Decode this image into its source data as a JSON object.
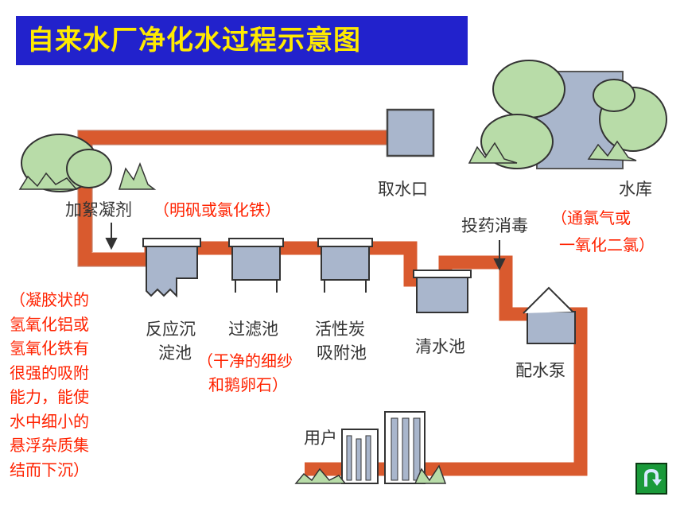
{
  "title": "自来水厂净化水过程示意图",
  "colors": {
    "pipe": "#d95a2e",
    "title_bg": "#2222cc",
    "title_text": "#ffea00",
    "note": "#ff2200",
    "tank": "#a9b6cc"
  },
  "labels": {
    "intake": "取水口",
    "reservoir": "水库",
    "coagulation": "加絮凝剂",
    "disinfection": "投药消毒",
    "reaction_tank_1": "反应沉",
    "reaction_tank_2": "淀池",
    "filter_tank": "过滤池",
    "carbon_tank_1": "活性炭",
    "carbon_tank_2": "吸附池",
    "clear_tank": "清水池",
    "pump": "配水泵",
    "users": "用户"
  },
  "notes": {
    "coagulant": "（明矾或氯化铁）",
    "disinfect_1": "（通氯气或",
    "disinfect_2": "一氧化二氯）",
    "filter_1": "（干净的细纱",
    "filter_2": "和鹅卵石）",
    "side_lines": [
      "（凝胶状的",
      "氢氧化铝或",
      "氢氧化铁有",
      "很强的吸附",
      "能力，能使",
      "水中细小的",
      "悬浮杂质集",
      "结而下沉）"
    ]
  },
  "back_button": {
    "icon": "u-turn-arrow-icon"
  }
}
